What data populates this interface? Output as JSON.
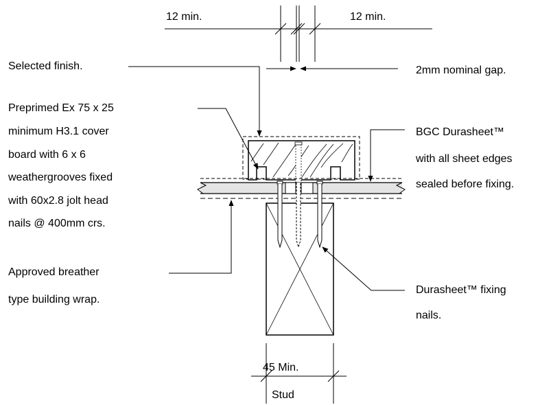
{
  "dimensions": {
    "left_clearance": "12 min.",
    "right_clearance": "12 min.",
    "stud_width": "45 Min.",
    "stud": "Stud"
  },
  "callouts": {
    "selected_finish": "Selected finish.",
    "nominal_gap": "2mm nominal gap.",
    "cover_board": [
      "Preprimed Ex 75 x 25",
      "minimum H3.1 cover",
      "board with 6 x 6",
      "weathergrooves fixed",
      "with  60x2.8 jolt head",
      "nails @ 400mm crs."
    ],
    "durasheet": [
      "BGC Durasheet™",
      "with all sheet edges",
      "sealed before fixing."
    ],
    "building_wrap": [
      "Approved breather",
      "type building wrap."
    ],
    "fixing_nails": [
      "Durasheet™  fixing",
      "nails."
    ]
  }
}
